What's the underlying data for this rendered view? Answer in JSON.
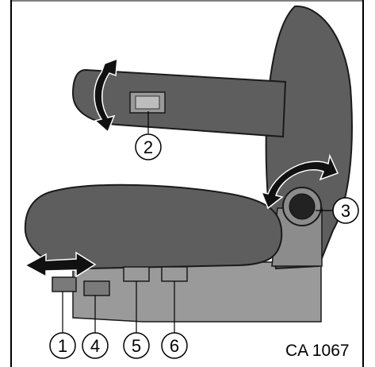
{
  "figure": {
    "code": "CA 1067",
    "colors": {
      "seat_fill": "#5e5e5e",
      "seat_stroke": "#1a1a1a",
      "base_fill": "#9a9a9a",
      "bracket_fill": "#8c8c8c",
      "arrow_fill": "#111111",
      "background": "#ffffff"
    }
  },
  "callouts": [
    {
      "number": "1",
      "label": "1"
    },
    {
      "number": "2",
      "label": "2"
    },
    {
      "number": "3",
      "label": "3"
    },
    {
      "number": "4",
      "label": "4"
    },
    {
      "number": "5",
      "label": "5"
    },
    {
      "number": "6",
      "label": "6"
    }
  ]
}
